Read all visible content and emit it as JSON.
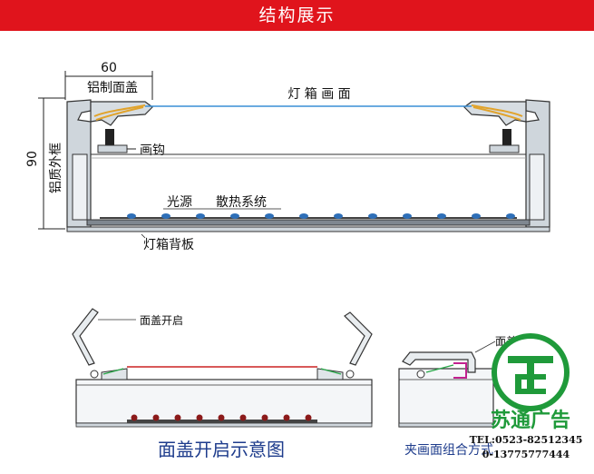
{
  "header": {
    "title": "结构展示",
    "color": "#e0141c"
  },
  "top_diagram": {
    "width_dim": "60",
    "height_dim": "90",
    "labels": {
      "cover": "铝制面盖",
      "face": "灯 箱 画 面",
      "hook": "画钩",
      "frame": "铝质外框",
      "light": "光源",
      "heat": "散热系统",
      "back": "灯箱背板"
    }
  },
  "bottom_left": {
    "open_label": "面盖开启",
    "caption": "面盖开启示意图"
  },
  "bottom_right": {
    "cover_label": "面盖",
    "caption": "夹画面组合方式"
  },
  "logo": {
    "name": "苏通广告",
    "tel1": "TEL:0523-82512345",
    "tel2": "0-13775777444",
    "color": "#1f9a3a"
  }
}
